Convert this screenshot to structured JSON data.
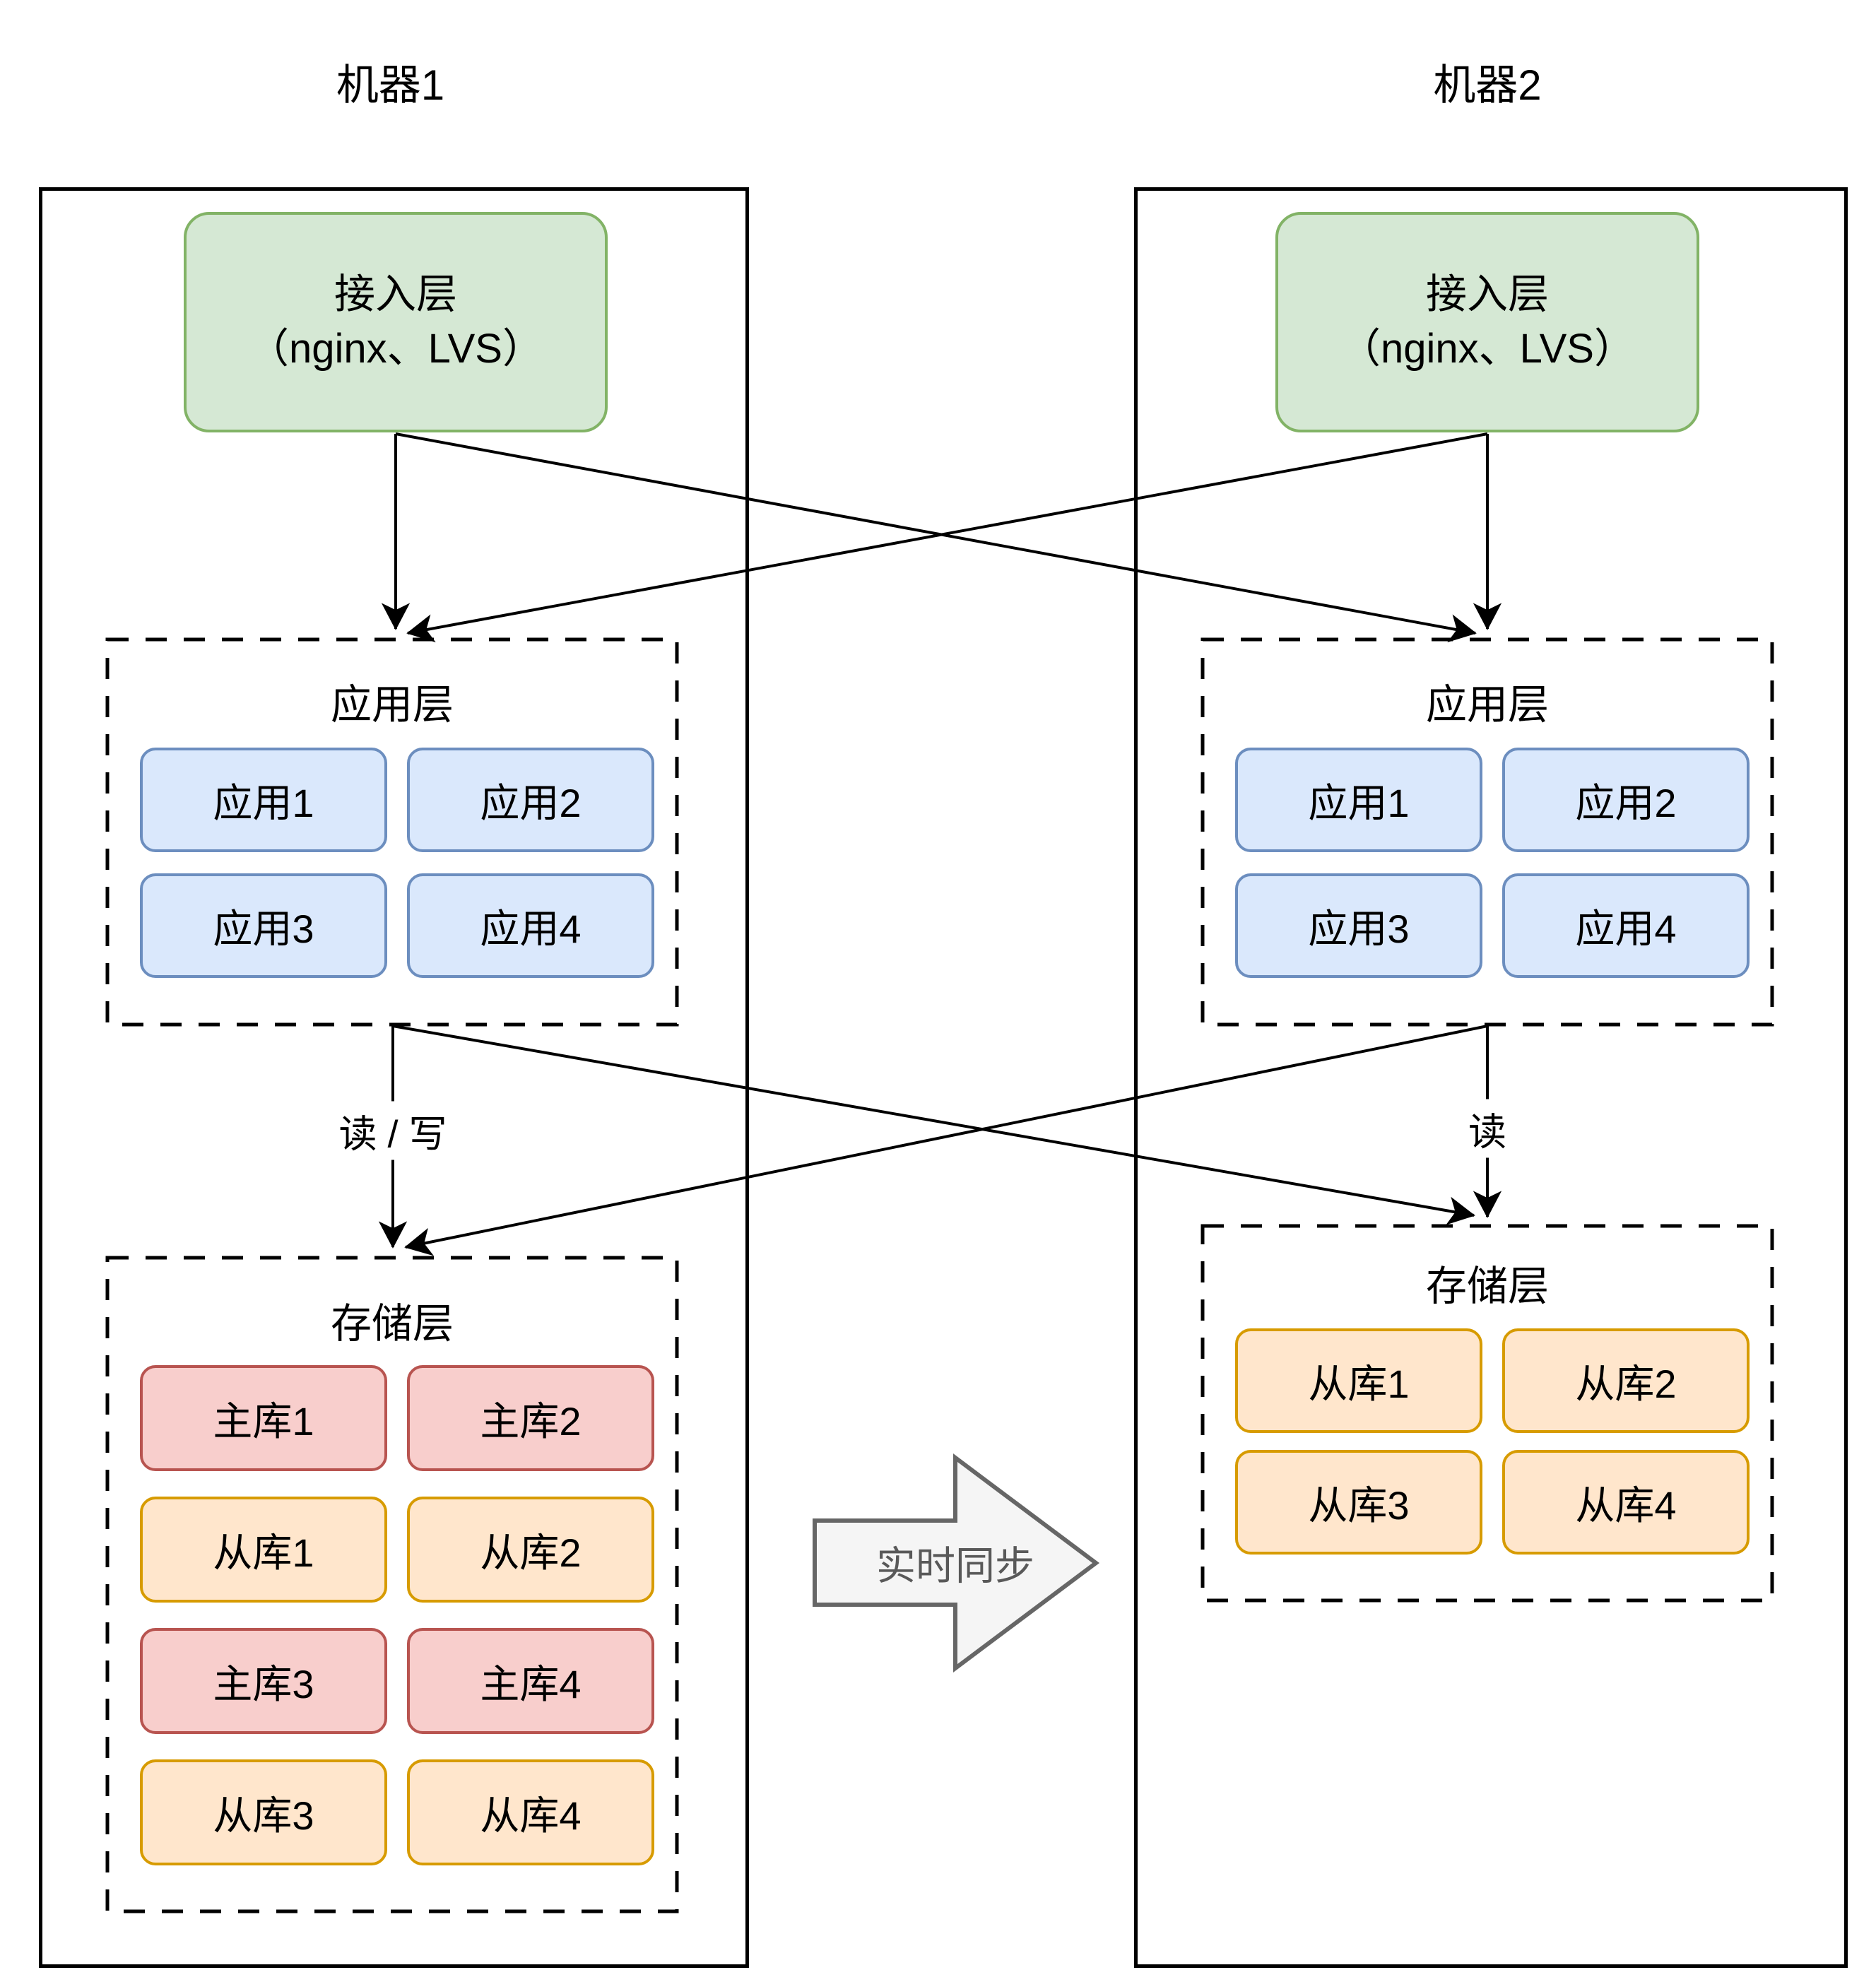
{
  "machine1": {
    "title": "机器1",
    "access_layer": {
      "line1": "接入层",
      "line2": "（nginx、LVS）"
    },
    "app_layer": {
      "label": "应用层",
      "apps": [
        "应用1",
        "应用2",
        "应用3",
        "应用4"
      ]
    },
    "storage_layer": {
      "label": "存储层",
      "dbs": [
        "主库1",
        "主库2",
        "从库1",
        "从库2",
        "主库3",
        "主库4",
        "从库3",
        "从库4"
      ]
    },
    "edge_label": "读 / 写"
  },
  "machine2": {
    "title": "机器2",
    "access_layer": {
      "line1": "接入层",
      "line2": "（nginx、LVS）"
    },
    "app_layer": {
      "label": "应用层",
      "apps": [
        "应用1",
        "应用2",
        "应用3",
        "应用4"
      ]
    },
    "storage_layer": {
      "label": "存储层",
      "dbs": [
        "从库1",
        "从库2",
        "从库3",
        "从库4"
      ]
    },
    "edge_label": "读"
  },
  "sync_arrow": {
    "label": "实时同步"
  },
  "colors": {
    "access_fill": "#d5e8d4",
    "access_border": "#82b366",
    "app_fill": "#dae8fc",
    "app_border": "#6c8ebf",
    "master_fill": "#f8cecc",
    "master_border": "#b85450",
    "slave_fill": "#ffe6cc",
    "slave_border": "#d79b00",
    "sync_fill": "#f5f5f5",
    "sync_border": "#666666",
    "sync_text": "#595959",
    "line": "#000000"
  }
}
